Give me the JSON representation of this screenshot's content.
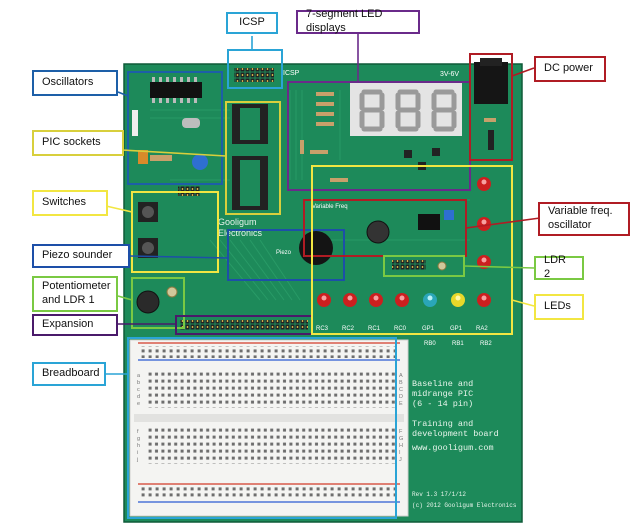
{
  "labels": {
    "icsp": "ICSP",
    "seven_segment": "7-segment LED displays",
    "oscillators": "Oscillators",
    "pic_sockets": "PIC sockets",
    "switches": "Switches",
    "piezo": "Piezo sounder",
    "pot_ldr1": "Potentiometer and LDR 1",
    "expansion": "Expansion",
    "breadboard": "Breadboard",
    "dc_power": "DC power",
    "var_freq": "Variable freq. oscillator",
    "ldr2": "LDR 2",
    "leds": "LEDs"
  },
  "board": {
    "voltage": "3V-6V",
    "icsp_silk": "ICSP",
    "company_line1": "Gooligum",
    "company_line2": "Electronics",
    "var_freq_silk": "Variable Freq",
    "piezo_silk": "Piezo",
    "desc_line1": "Baseline and",
    "desc_line2": "midrange PIC",
    "desc_line3": "(6 - 14 pin)",
    "desc_line4": "Training and",
    "desc_line5": "development board",
    "website": "www.gooligum.com",
    "revision": "Rev 1.3 17/1/12",
    "copyright": "(c) 2012 Gooligum Electronics",
    "led_labels": [
      "RC3",
      "RC2",
      "RC1",
      "RC0",
      "GP1",
      "GP1",
      "RA2"
    ],
    "bottom_labels": [
      "RB0",
      "RB1",
      "RB2"
    ],
    "breadboard_rows": [
      "a",
      "b",
      "c",
      "d",
      "e",
      "f",
      "g",
      "h",
      "i",
      "j"
    ],
    "breadboard_rows_upper": [
      "A",
      "B",
      "C",
      "D",
      "E",
      "F",
      "G",
      "H",
      "I",
      "J"
    ]
  },
  "colors": {
    "pcb": "#1d8a5a",
    "pcb_dark": "#126b43",
    "oscillators": "#1d5fa8",
    "icsp": "#2aa4d6",
    "seven_segment": "#6a2a8a",
    "pic_sockets": "#d8cf3c",
    "switches": "#f2e642",
    "piezo": "#1d4fa8",
    "pot_ldr1": "#7ac943",
    "expansion": "#4a1a6a",
    "breadboard": "#2aa4d6",
    "dc_power": "#b01c24",
    "var_freq": "#b01c24",
    "ldr2": "#7ac943",
    "leds": "#f2e642"
  }
}
